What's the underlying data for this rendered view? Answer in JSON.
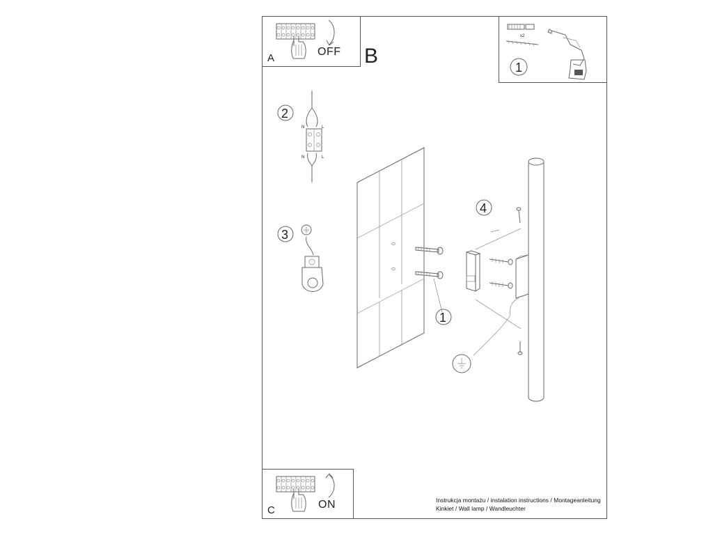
{
  "panels": {
    "a": {
      "letter": "A",
      "action": "OFF"
    },
    "b": {
      "letter": "B"
    },
    "c": {
      "letter": "C",
      "action": "ON"
    }
  },
  "tools": {
    "step": "1",
    "quantity": "x2"
  },
  "steps": {
    "wiring": {
      "number": "2",
      "terminal_labels": [
        "N",
        "L",
        "N",
        "L"
      ]
    },
    "ground": {
      "number": "3"
    },
    "mount_left": {
      "number": "1"
    },
    "mount_right": {
      "number": "4"
    }
  },
  "footer": {
    "line1": "Instrukcja montażu / instalation instructions / Montageanleitung",
    "line2": "Kinkiet / Wall lamp / Wandleuchter"
  }
}
